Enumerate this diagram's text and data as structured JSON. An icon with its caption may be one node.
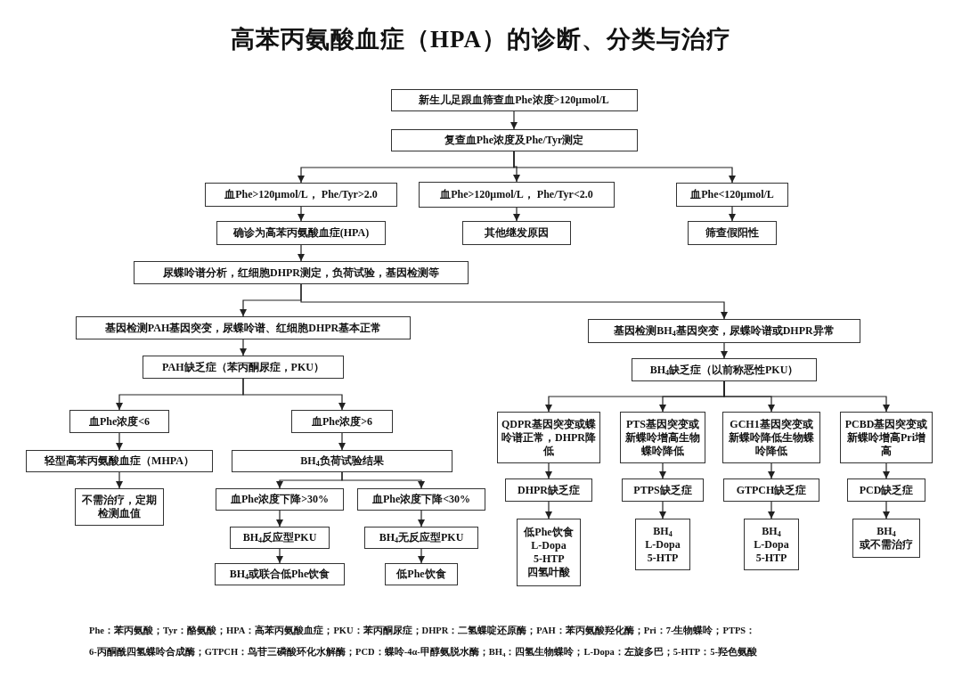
{
  "diagram": {
    "title": "高苯丙氨酸血症（HPA）的诊断、分类与治疗",
    "nodes": [
      {
        "text": [
          "新生儿足跟血筛查血Phe浓度>120μmol/L"
        ]
      },
      {
        "text": [
          "复查血Phe浓度及Phe/Tyr测定"
        ]
      },
      {
        "text": [
          "血Phe>120μmol/L， Phe/Tyr>2.0"
        ]
      },
      {
        "text": [
          "血Phe>120μmol/L， Phe/Tyr<2.0"
        ]
      },
      {
        "text": [
          "血Phe<120μmol/L"
        ]
      },
      {
        "text": [
          "确诊为高苯丙氨酸血症(HPA)"
        ]
      },
      {
        "text": [
          "其他继发原因"
        ]
      },
      {
        "text": [
          "筛查假阳性"
        ]
      },
      {
        "text": [
          "尿蝶呤谱分析，红细胞DHPR测定，负荷试验，基因检测等"
        ]
      },
      {
        "text": [
          "基因检测PAH基因突变，尿蝶呤谱、红细胞DHPR基本正常"
        ]
      },
      {
        "text": [
          "基因检测BH$_{4}$基因突变，尿蝶呤谱或DHPR异常"
        ]
      },
      {
        "text": [
          "PAH缺乏症（苯丙酮尿症，PKU）"
        ]
      },
      {
        "text": [
          "BH$_{4}$缺乏症（以前称恶性PKU）"
        ]
      },
      {
        "text": [
          "血Phe浓度<6"
        ]
      },
      {
        "text": [
          "血Phe浓度>6"
        ]
      },
      {
        "text": [
          "轻型高苯丙氨酸血症（MHPA）"
        ]
      },
      {
        "text": [
          "BH$_{4}$负荷试验结果"
        ]
      },
      {
        "text": [
          "不需治疗，定期检测血值"
        ]
      },
      {
        "text": [
          "血Phe浓度下降>30%"
        ]
      },
      {
        "text": [
          "血Phe浓度下降<30%"
        ]
      },
      {
        "text": [
          "BH$_{4}$反应型PKU"
        ]
      },
      {
        "text": [
          "BH$_{4}$无反应型PKU"
        ]
      },
      {
        "text": [
          "BH$_{4}$或联合低Phe饮食"
        ]
      },
      {
        "text": [
          "低Phe饮食"
        ]
      },
      {
        "text": [
          "QDPR基因突变或蝶呤谱正常，DHPR降低"
        ]
      },
      {
        "text": [
          "PTS基因突变或新蝶呤增高生物蝶呤降低"
        ]
      },
      {
        "text": [
          "GCH1基因突变或新蝶呤降低生物蝶呤降低"
        ]
      },
      {
        "text": [
          "PCBD基因突变或新蝶呤增高Pri增高"
        ]
      },
      {
        "text": [
          "DHPR缺乏症"
        ]
      },
      {
        "text": [
          "PTPS缺乏症"
        ]
      },
      {
        "text": [
          "GTPCH缺乏症"
        ]
      },
      {
        "text": [
          "PCD缺乏症"
        ]
      },
      {
        "text": [
          "低Phe饮食 L-Dopa 5-HTP 四氢叶酸"
        ]
      },
      {
        "text": [
          "BH$_{4}$ L-Dopa 5-HTP"
        ]
      },
      {
        "text": [
          "BH$_{4}$ L-Dopa 5-HTP"
        ]
      },
      {
        "text": [
          "BH$_{4}$ 或不需治疗"
        ]
      }
    ],
    "edges": [
      {
        "from": 0,
        "to": 1,
        "arrow": "to"
      },
      {
        "from": 1,
        "to": 2,
        "arrow": "to"
      },
      {
        "from": 1,
        "to": 3,
        "arrow": "to"
      },
      {
        "from": 1,
        "to": 4,
        "arrow": "to"
      },
      {
        "from": 2,
        "to": 5,
        "arrow": "to"
      },
      {
        "from": 3,
        "to": 6,
        "arrow": "to"
      },
      {
        "from": 4,
        "to": 7,
        "arrow": "to"
      },
      {
        "from": 5,
        "to": 8,
        "arrow": "to"
      },
      {
        "from": 8,
        "to": 9,
        "arrow": "to"
      },
      {
        "from": 8,
        "to": 10,
        "arrow": "to"
      },
      {
        "from": 9,
        "to": 11,
        "arrow": "to"
      },
      {
        "from": 10,
        "to": 12,
        "arrow": "to"
      },
      {
        "from": 11,
        "to": 13,
        "arrow": "to"
      },
      {
        "from": 11,
        "to": 14,
        "arrow": "to"
      },
      {
        "from": 13,
        "to": 15,
        "arrow": "to"
      },
      {
        "from": 15,
        "to": 17,
        "arrow": "to"
      },
      {
        "from": 14,
        "to": 16,
        "arrow": "to"
      },
      {
        "from": 16,
        "to": 18,
        "arrow": "to"
      },
      {
        "from": 16,
        "to": 19,
        "arrow": "to"
      },
      {
        "from": 18,
        "to": 20,
        "arrow": "to"
      },
      {
        "from": 20,
        "to": 22,
        "arrow": "to"
      },
      {
        "from": 19,
        "to": 21,
        "arrow": "to"
      },
      {
        "from": 21,
        "to": 23,
        "arrow": "to"
      },
      {
        "from": 12,
        "to": 24,
        "arrow": "to"
      },
      {
        "from": 12,
        "to": 25,
        "arrow": "to"
      },
      {
        "from": 12,
        "to": 26,
        "arrow": "to"
      },
      {
        "from": 12,
        "to": 27,
        "arrow": "to"
      },
      {
        "from": 24,
        "to": 28,
        "arrow": "to"
      },
      {
        "from": 25,
        "to": 29,
        "arrow": "to"
      },
      {
        "from": 26,
        "to": 30,
        "arrow": "to"
      },
      {
        "from": 27,
        "to": 31,
        "arrow": "to"
      },
      {
        "from": 28,
        "to": 32,
        "arrow": "to"
      },
      {
        "from": 29,
        "to": 33,
        "arrow": "to"
      },
      {
        "from": 30,
        "to": 34,
        "arrow": "to"
      },
      {
        "from": 31,
        "to": 35,
        "arrow": "to"
      }
    ],
    "labels": [
      "Phe：苯丙氨酸；Tyr：酪氨酸；HPA：高苯丙氨酸血症；PKU：苯丙酮尿症；DHPR：二氢蝶啶还原酶；PAH：苯丙氨酸羟化酶；Pri：7-生物蝶呤；PTPS：",
      "6-丙酮酰四氢蝶呤合成酶；GTPCH：鸟苷三磷酸环化水解酶；PCD：蝶呤-4α-甲醇氨脱水酶；BH$_{4}$：四氢生物蝶呤；L-Dopa：左旋多巴；5-HTP：5-羟色氨酸"
    ]
  }
}
